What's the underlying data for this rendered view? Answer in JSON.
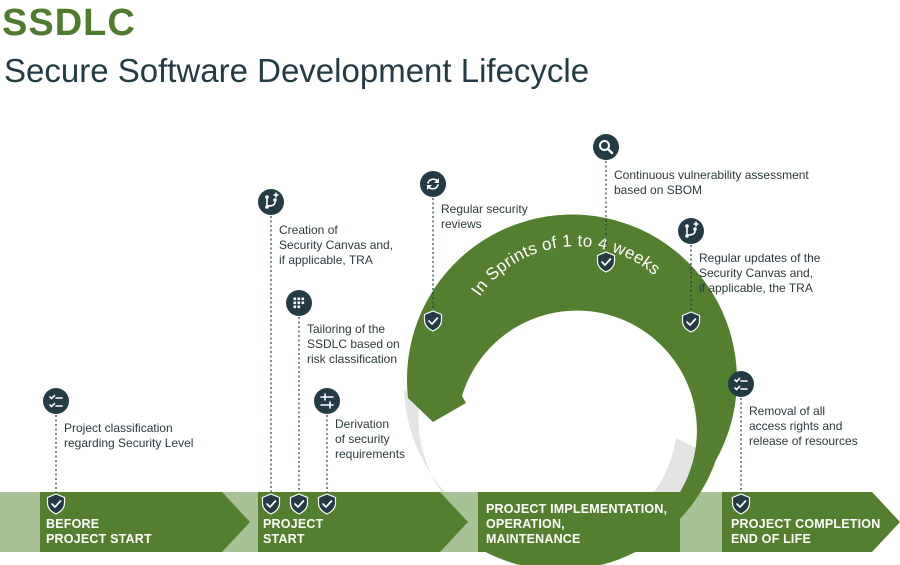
{
  "header": {
    "title": "SSDLC",
    "subtitle": "Secure Software Development Lifecycle"
  },
  "stages": [
    {
      "lines": [
        "BEFORE",
        "PROJECT START"
      ]
    },
    {
      "lines": [
        "PROJECT",
        "START"
      ]
    },
    {
      "lines": [
        "PROJECT IMPLEMENTATION,",
        "OPERATION,",
        "MAINTENANCE"
      ]
    },
    {
      "lines": [
        "PROJECT COMPLETION",
        "END OF LIFE"
      ]
    }
  ],
  "cycle": {
    "label": "In Sprints of 1 to 4 weeks"
  },
  "milestones": [
    {
      "icon": "checklist-icon",
      "lines": [
        "Project classification",
        "regarding Security Level"
      ]
    },
    {
      "icon": "git-branch-icon",
      "lines": [
        "Creation of",
        "Security Canvas and,",
        "if applicable, TRA"
      ]
    },
    {
      "icon": "grid-pattern-icon",
      "lines": [
        "Tailoring of the",
        "SSDLC based on",
        "risk classification"
      ]
    },
    {
      "icon": "sliders-icon",
      "lines": [
        "Derivation",
        "of security",
        "requirements"
      ]
    },
    {
      "icon": "refresh-icon",
      "lines": [
        "Regular security",
        "reviews"
      ]
    },
    {
      "icon": "search-icon",
      "lines": [
        "Continuous vulnerability assessment",
        "based on SBOM"
      ]
    },
    {
      "icon": "git-branch-icon",
      "lines": [
        "Regular updates of the",
        "Security Canvas and,",
        "if applicable, the TRA"
      ]
    },
    {
      "icon": "checklist-icon",
      "lines": [
        "Removal of all",
        "access rights and",
        "release of resources"
      ]
    }
  ],
  "colors": {
    "green": "#537f2f",
    "light_green": "#a9c196",
    "navy": "#233b45",
    "light_gray": "#e4e4e4"
  }
}
